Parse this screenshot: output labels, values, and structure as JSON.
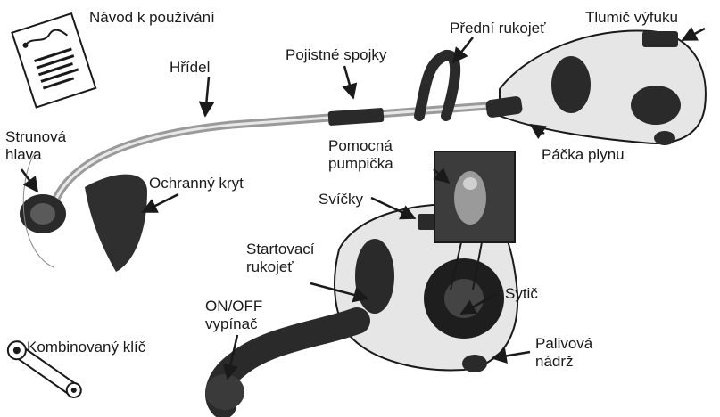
{
  "labels": {
    "manual": "Návod k používání",
    "shaft": "Hřídel",
    "couplers": "Pojistné spojky",
    "front_handle": "Přední rukojeť",
    "muffler": "Tlumič výfuku",
    "string_head_1": "Strunová",
    "string_head_2": "hlava",
    "guard": "Ochranný kryt",
    "primer_1": "Pomocná",
    "primer_2": "pumpička",
    "throttle": "Páčka plynu",
    "spark_plug": "Svíčky",
    "starter_1": "Startovací",
    "starter_2": "rukojeť",
    "choke": "Sytič",
    "on_off_1": "ON/OFF",
    "on_off_2": "vypínač",
    "fuel_tank_1": "Palivová",
    "fuel_tank_2": "nádrž",
    "wrench": "Kombinovaný klíč"
  },
  "colors": {
    "ink": "#1a1a1a",
    "engine_body": "#e6e6e6",
    "dark_part": "#2a2a2a",
    "shaft": "#b0b0b0"
  },
  "icons": [
    "manual-icon",
    "wrench-icon"
  ]
}
